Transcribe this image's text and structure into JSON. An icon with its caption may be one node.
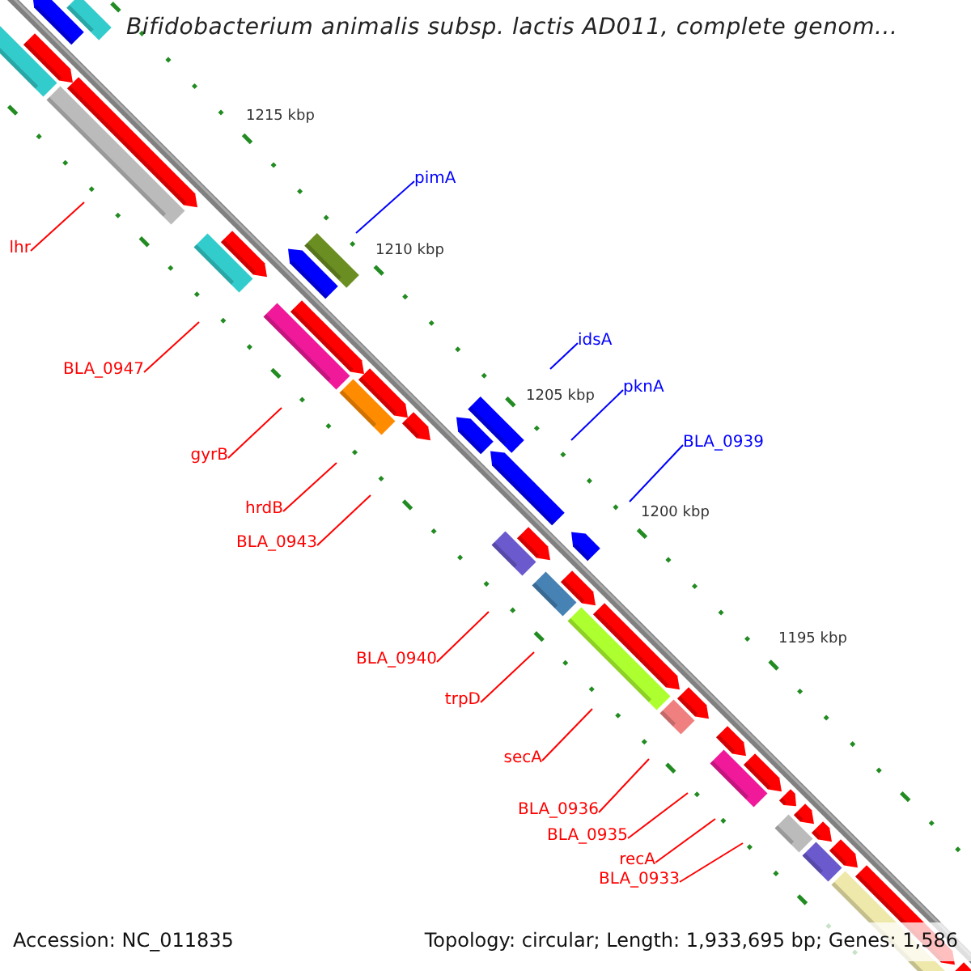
{
  "diagram": {
    "title": "Bifidobacterium animalis subsp. lactis AD011, complete genom...",
    "nodes": [
      {
        "text": [
          "pimA"
        ]
      },
      {
        "text": [
          "lhr"
        ]
      },
      {
        "text": [
          "idsA"
        ]
      },
      {
        "text": [
          "BLA_0947"
        ]
      },
      {
        "text": [
          "pknA"
        ]
      },
      {
        "text": [
          "BLA_0939"
        ]
      },
      {
        "text": [
          "gyrB"
        ]
      },
      {
        "text": [
          "hrdB"
        ]
      },
      {
        "text": [
          "BLA_0943"
        ]
      },
      {
        "text": [
          "BLA_0940"
        ]
      },
      {
        "text": [
          "trpD"
        ]
      },
      {
        "text": [
          "secA"
        ]
      },
      {
        "text": [
          "BLA_0936"
        ]
      },
      {
        "text": [
          "BLA_0935"
        ]
      },
      {
        "text": [
          "recA"
        ]
      },
      {
        "text": [
          "BLA_0933"
        ]
      }
    ],
    "edges": [
      {
        "from": 0,
        "to": null,
        "arrow": "none",
        "color": "#0000ff"
      },
      {
        "from": 1,
        "to": null,
        "arrow": "none"
      },
      {
        "from": 2,
        "to": null,
        "arrow": "none",
        "color": "#0000ff"
      },
      {
        "from": 3,
        "to": null,
        "arrow": "none"
      },
      {
        "from": 4,
        "to": null,
        "arrow": "none",
        "color": "#0000ff"
      },
      {
        "from": 5,
        "to": null,
        "arrow": "none",
        "color": "#0000ff"
      },
      {
        "from": 6,
        "to": null,
        "arrow": "none"
      },
      {
        "from": 7,
        "to": null,
        "arrow": "none"
      },
      {
        "from": 8,
        "to": null,
        "arrow": "none"
      },
      {
        "from": 9,
        "to": null,
        "arrow": "none"
      },
      {
        "from": 10,
        "to": null,
        "arrow": "none"
      },
      {
        "from": 11,
        "to": null,
        "arrow": "none"
      },
      {
        "from": 12,
        "to": null,
        "arrow": "none"
      },
      {
        "from": 13,
        "to": null,
        "arrow": "none"
      },
      {
        "from": 14,
        "to": null,
        "arrow": "none"
      },
      {
        "from": 15,
        "to": null,
        "arrow": "none"
      }
    ],
    "labels": [
      "1215 kbp",
      "1210 kbp",
      "1205 kbp",
      "1200 kbp",
      "1195 kbp",
      "Accession: NC_011835",
      "Topology: circular; Length: 1,933,695 bp; Genes: 1,586"
    ]
  }
}
